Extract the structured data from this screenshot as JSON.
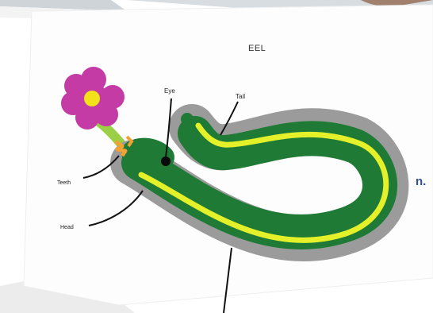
{
  "image": {
    "title": "EEL",
    "labels": {
      "eye": "Eye",
      "tail": "Tail",
      "teeth": "Teeth",
      "head": "Head"
    },
    "side_text": "n.",
    "colors": {
      "eel_body": "#1f7a35",
      "eel_outline": "#9b9b9b",
      "eel_stripe": "#e4f02a",
      "flower_petal": "#c43ba6",
      "flower_center": "#f2e21a",
      "stem": "#9bd046",
      "teeth": "#f0a235"
    }
  }
}
